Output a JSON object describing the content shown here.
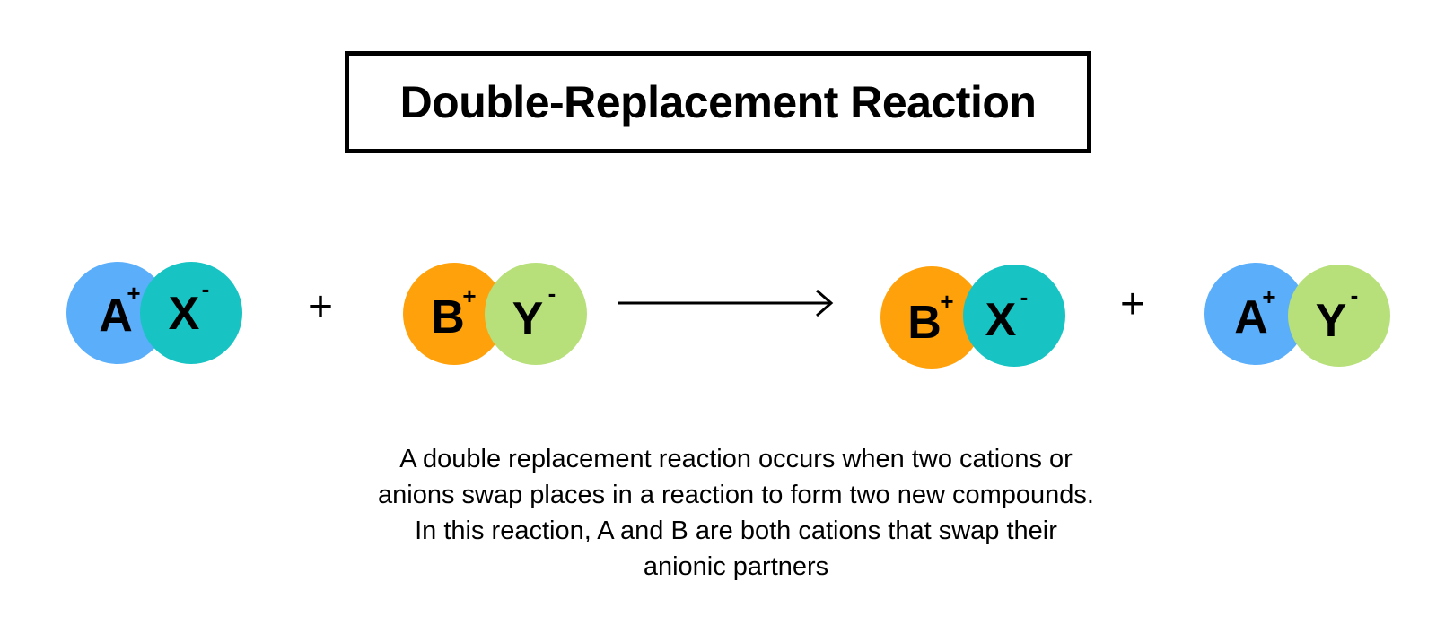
{
  "title": "Double-Replacement Reaction",
  "colors": {
    "A": "#5aaefa",
    "X": "#17c3c3",
    "B": "#ffa10a",
    "Y": "#b7e07a"
  },
  "operators": {
    "plus": "+",
    "arrow_icon": "right-arrow"
  },
  "compounds": [
    {
      "cation": {
        "symbol": "A",
        "charge": "+"
      },
      "anion": {
        "symbol": "X",
        "charge": "-"
      }
    },
    {
      "cation": {
        "symbol": "B",
        "charge": "+"
      },
      "anion": {
        "symbol": "Y",
        "charge": "-"
      }
    },
    {
      "cation": {
        "symbol": "B",
        "charge": "+"
      },
      "anion": {
        "symbol": "X",
        "charge": "-"
      }
    },
    {
      "cation": {
        "symbol": "A",
        "charge": "+"
      },
      "anion": {
        "symbol": "Y",
        "charge": "-"
      }
    }
  ],
  "description": [
    "A double replacement reaction occurs when two cations or",
    "anions swap places in a reaction to form two new compounds.",
    "In this reaction, A and B are both cations that swap their",
    "anionic partners"
  ]
}
